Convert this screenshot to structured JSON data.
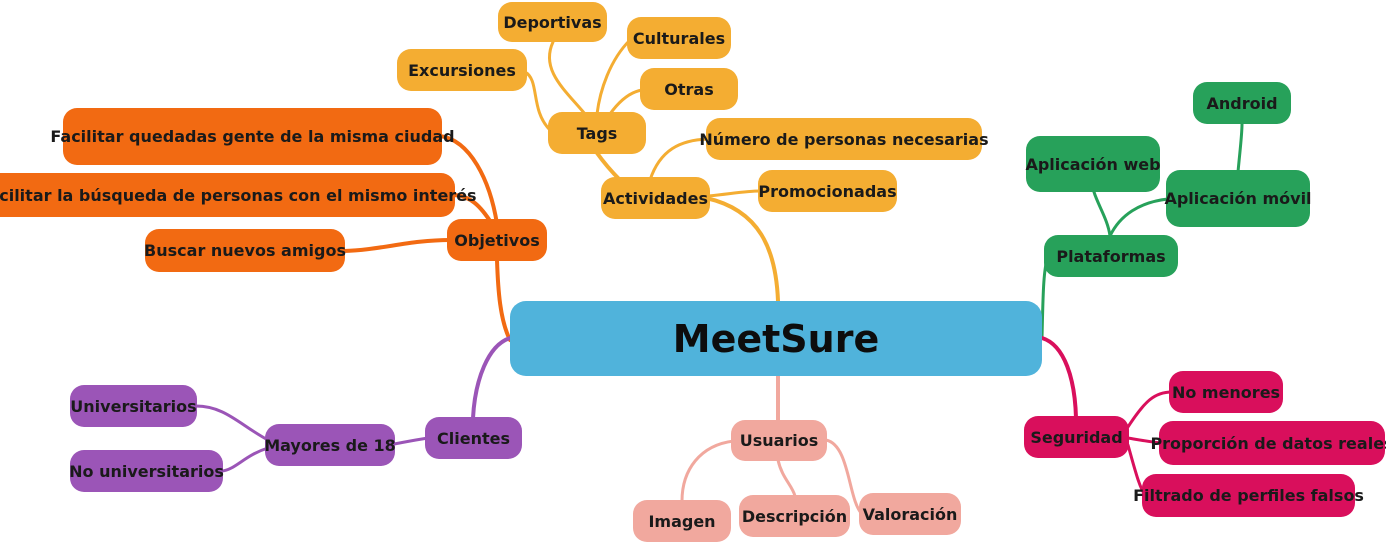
{
  "colors": {
    "orange": "#f26a12",
    "yellow": "#f4ad32",
    "green": "#27a15a",
    "magenta": "#d90f5c",
    "pink": "#f1a89e",
    "purple": "#9b55b7",
    "central": "#50b3db"
  },
  "central": {
    "label": "MeetSure"
  },
  "branches": {
    "objetivos": {
      "label": "Objetivos",
      "children": [
        "Facilitar quedadas gente de la misma ciudad",
        "Facilitar la búsqueda de personas con el mismo interés",
        "Buscar nuevos amigos"
      ]
    },
    "tags": {
      "label": "Tags",
      "children": [
        "Deportivas",
        "Culturales",
        "Excursiones",
        "Otras"
      ]
    },
    "actividades": {
      "label": "Actividades",
      "children": [
        "Número de personas necesarias",
        "Promocionadas"
      ]
    },
    "plataformas": {
      "label": "Plataformas",
      "children": [
        "Aplicación web",
        "Aplicación móvil"
      ],
      "grandchildren": [
        "Android"
      ]
    },
    "seguridad": {
      "label": "Seguridad",
      "children": [
        "No menores",
        "Proporción de datos reales",
        "Filtrado de perfiles falsos"
      ]
    },
    "usuarios": {
      "label": "Usuarios",
      "children": [
        "Imagen",
        "Descripción",
        "Valoración"
      ]
    },
    "clientes": {
      "label": "Clientes",
      "children": [
        "Mayores de 18"
      ],
      "grandchildren": [
        "Universitarios",
        "No universitarios"
      ]
    }
  }
}
